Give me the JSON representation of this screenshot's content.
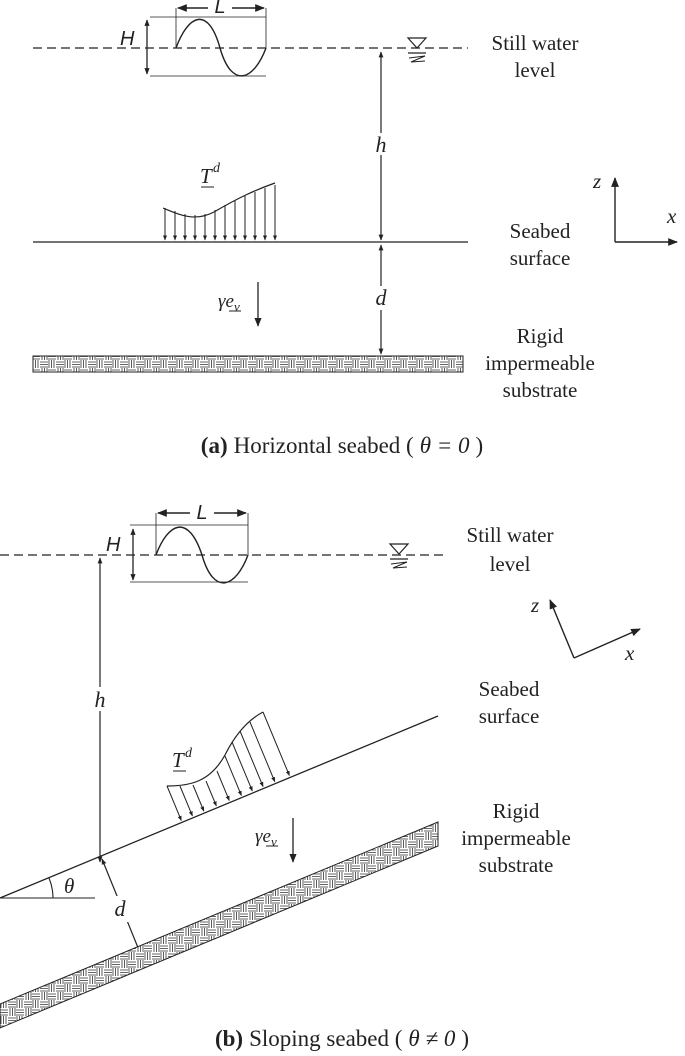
{
  "panel_a": {
    "wave_length": "L",
    "wave_height": "H",
    "water_label_1": "Still water",
    "water_label_2": "level",
    "depth_h": "h",
    "traction": "T",
    "traction_sup": "d",
    "axis_z": "z",
    "axis_x": "x",
    "seabed_1": "Seabed",
    "seabed_2": "surface",
    "weight_gamma": "γ",
    "weight_e": "e",
    "weight_sub": "v",
    "depth_d": "d",
    "substrate_1": "Rigid",
    "substrate_2": "impermeable",
    "substrate_3": "substrate",
    "caption_bold": "(a)",
    "caption_text": "Horizontal seabed (",
    "caption_math": "θ = 0",
    "caption_close": ")"
  },
  "panel_b": {
    "wave_length": "L",
    "wave_height": "H",
    "water_label_1": "Still water",
    "water_label_2": "level",
    "depth_h": "h",
    "traction": "T",
    "traction_sup": "d",
    "axis_z": "z",
    "axis_x": "x",
    "seabed_1": "Seabed",
    "seabed_2": "surface",
    "weight_gamma": "γ",
    "weight_e": "e",
    "weight_sub": "v",
    "angle": "θ",
    "depth_d": "d",
    "substrate_1": "Rigid",
    "substrate_2": "impermeable",
    "substrate_3": "substrate",
    "caption_bold": "(b)",
    "caption_text": "Sloping seabed (",
    "caption_math": "θ ≠ 0",
    "caption_close": ")"
  }
}
